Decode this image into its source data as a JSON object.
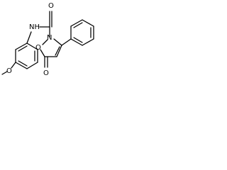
{
  "molecule": {
    "atoms": {
      "O_methoxy": "O",
      "NH": "NH",
      "O_carbonyl": "O",
      "N_ring": "N",
      "O_ring": "O",
      "O_keto": "O"
    }
  }
}
